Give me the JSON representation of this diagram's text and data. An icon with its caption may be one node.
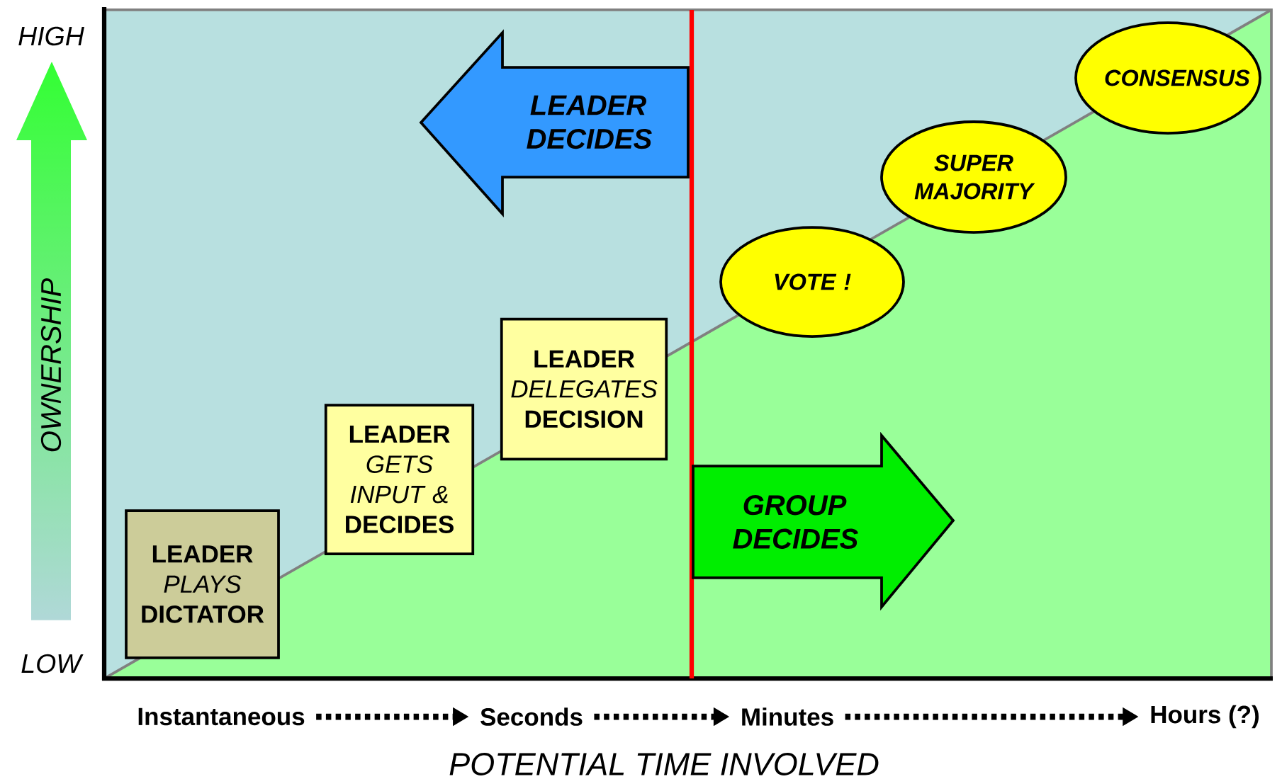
{
  "diagram": {
    "nodes": [
      {
        "text": [
          "**LEADER** *PLAYS* **DICTATOR**"
        ]
      },
      {
        "text": [
          "**LEADER** *GETS INPUT &* **DECIDES**"
        ]
      },
      {
        "text": [
          "**LEADER** *DELEGATES* **DECISION**"
        ]
      },
      {
        "text": [
          "LEADER DECIDES"
        ]
      },
      {
        "text": [
          "GROUP DECIDES"
        ]
      },
      {
        "text": [
          "VOTE !"
        ]
      },
      {
        "text": [
          "SUPER MAJORITY"
        ]
      },
      {
        "text": [
          "CONSENSUS"
        ]
      },
      {
        "text": [
          "Instantaneous"
        ]
      },
      {
        "text": [
          "Seconds"
        ]
      },
      {
        "text": [
          "Minutes"
        ]
      },
      {
        "text": [
          "Hours (?)"
        ]
      }
    ],
    "edges": [
      {
        "from": 8,
        "to": 9,
        "arrow": "to",
        "style": "dashed"
      },
      {
        "from": 9,
        "to": 10,
        "arrow": "to",
        "style": "dashed"
      },
      {
        "from": 10,
        "to": 11,
        "arrow": "to",
        "style": "dashed"
      }
    ],
    "labels": [
      "HIGH",
      "OWNERSHIP",
      "LOW",
      "POTENTIAL TIME INVOLVED"
    ]
  }
}
